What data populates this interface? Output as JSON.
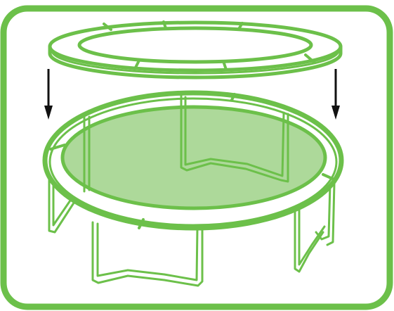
{
  "figure": {
    "subject": "trampoline-pad-installation",
    "icons": {
      "frame": "rounded-frame",
      "pad": "safety-pad-ring",
      "arrow_left": "down-arrow-icon",
      "arrow_right": "down-arrow-icon",
      "trampoline": "trampoline-body",
      "mat": "jump-mat",
      "legs": "w-leg-frames"
    }
  },
  "colors": {
    "accent": "#6cc04a",
    "accent_fill": "#add99a",
    "arrow": "#111111",
    "background": "#ffffff"
  }
}
